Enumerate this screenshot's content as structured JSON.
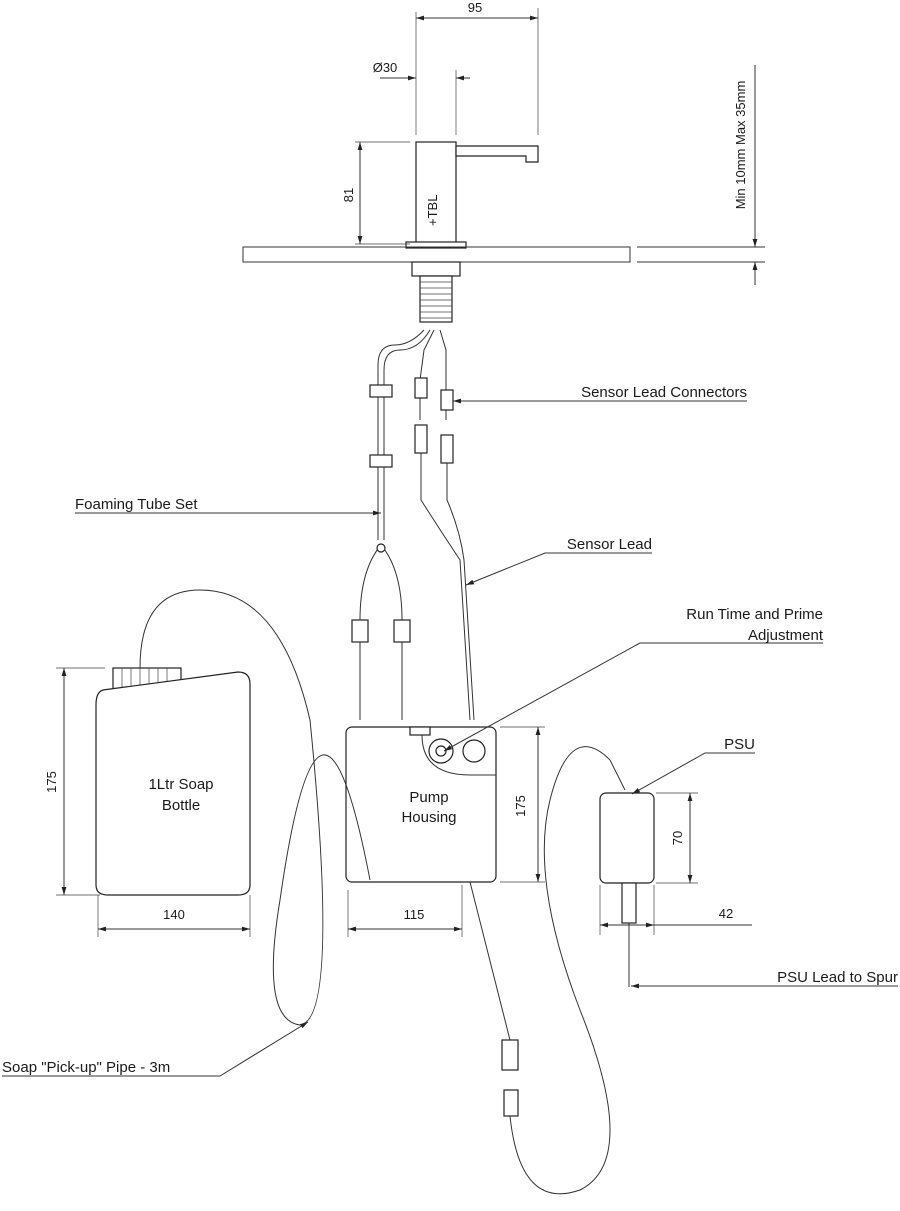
{
  "dimensions": {
    "spout_length": "95",
    "body_diameter": "Ø30",
    "body_height": "81",
    "deck_thickness": "Min 10mm Max 35mm",
    "bottle_height": "175",
    "bottle_width": "140",
    "pump_height": "175",
    "pump_width": "115",
    "psu_height": "70",
    "psu_width": "42"
  },
  "brand_mark": "+TBL",
  "labels": {
    "sensor_lead_connectors": "Sensor Lead Connectors",
    "foaming_tube_set": "Foaming Tube Set",
    "sensor_lead": "Sensor Lead",
    "run_time_line1": "Run Time and Prime",
    "run_time_line2": "Adjustment",
    "psu": "PSU",
    "psu_lead": "PSU Lead to Spur",
    "pickup_pipe": "Soap \"Pick-up\" Pipe - 3m",
    "bottle_line1": "1Ltr Soap",
    "bottle_line2": "Bottle",
    "pump_line1": "Pump",
    "pump_line2": "Housing"
  }
}
